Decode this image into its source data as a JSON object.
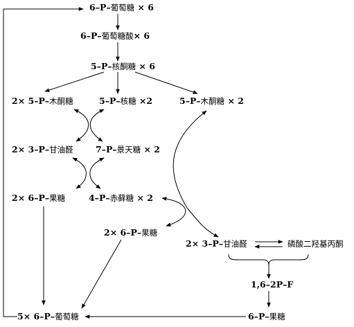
{
  "colors": {
    "line": "#000000",
    "background": "#ffffff"
  },
  "nodes": {
    "g6p": {
      "pre": "6–P–",
      "name": "葡萄糖",
      "post": " × 6"
    },
    "g6pa": {
      "pre": "6–P–",
      "name": "葡萄糖酸",
      "post": "× 6"
    },
    "ru5p": {
      "pre": "5–P–",
      "name": "核酮糖",
      "post": " × 6"
    },
    "xu5p_a": {
      "pre": "2× 5–P–",
      "name": "木酮糖",
      "post": ""
    },
    "r5p": {
      "pre": "5–P–",
      "name": "核糖",
      "post": " ×2"
    },
    "xu5p_b": {
      "pre": "5–P–",
      "name": "木酮糖",
      "post": " × 2"
    },
    "ga3p_a": {
      "pre": "2× 3–P–",
      "name": "甘油醛",
      "post": ""
    },
    "s7p": {
      "pre": "7–P–",
      "name": "景天糖",
      "post": " × 2"
    },
    "f6p_a": {
      "pre": "2× 6–P–",
      "name": "果糖",
      "post": ""
    },
    "e4p": {
      "pre": "4–P–",
      "name": "赤藓糖",
      "post": " × 2"
    },
    "f6p_b": {
      "pre": "2× 6–P–",
      "name": "果糖",
      "post": ""
    },
    "ga3p_b": {
      "pre": "2× 3–P–",
      "name": "甘油醛",
      "post": ""
    },
    "dhap": {
      "pre": "",
      "name": "磷酸二羟基丙酮",
      "post": ""
    },
    "fbp": {
      "pre": "1,6–2P–F",
      "name": "",
      "post": ""
    },
    "f6p_c": {
      "pre": "6–P–",
      "name": "果糖",
      "post": ""
    },
    "g6p_out": {
      "pre": "5× 6–P–",
      "name": "葡萄糖",
      "post": ""
    }
  }
}
